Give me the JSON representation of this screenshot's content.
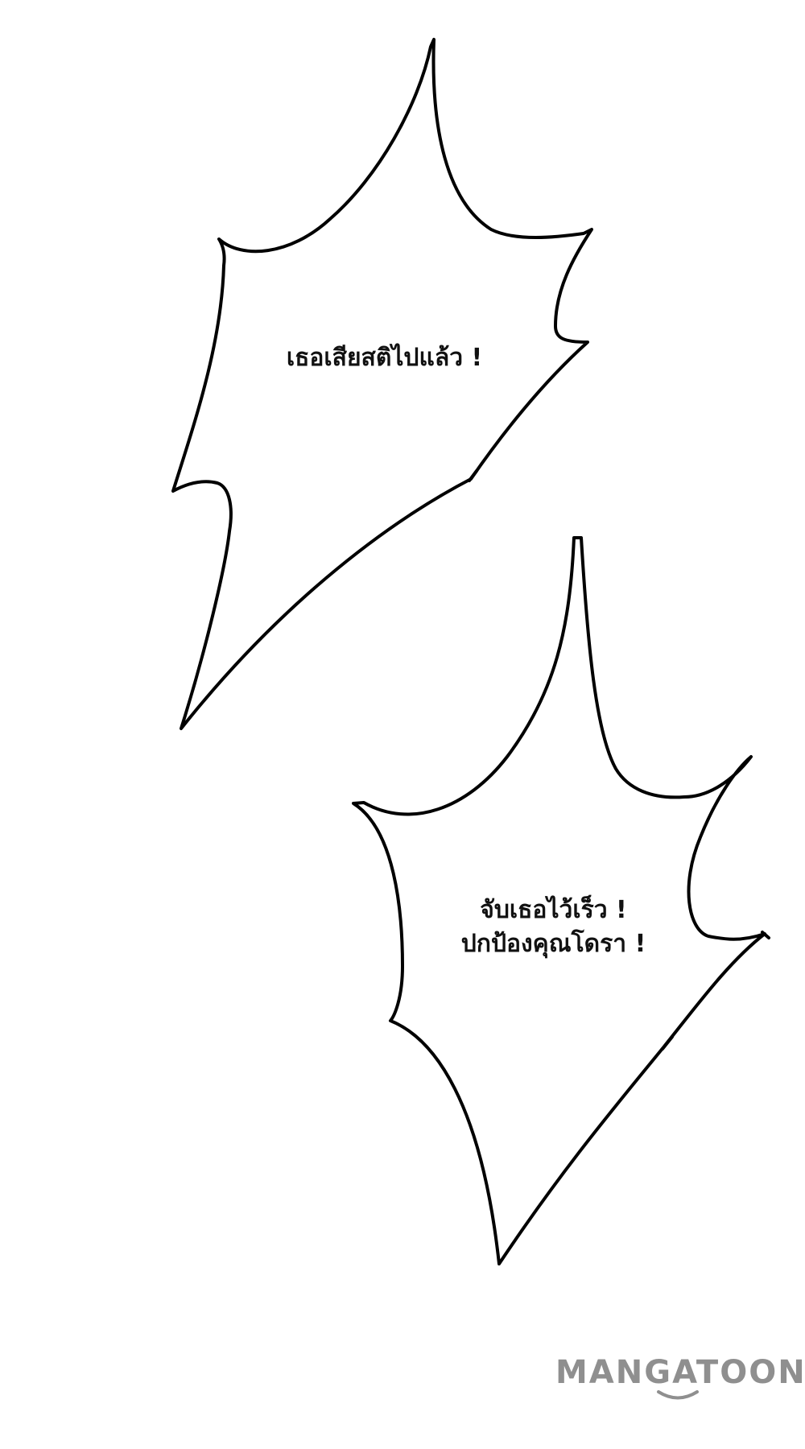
{
  "bubbles": [
    {
      "lines": [
        "เธอเสียสติไปแล้ว !"
      ]
    },
    {
      "lines": [
        "จับเธอไว้เร็ว !",
        "ปกป้องคุณโดรา !"
      ]
    }
  ],
  "watermark": {
    "text": "MANGATOON",
    "color": "#8f8f8f"
  },
  "colors": {
    "background": "#ffffff",
    "ink": "#000000"
  }
}
